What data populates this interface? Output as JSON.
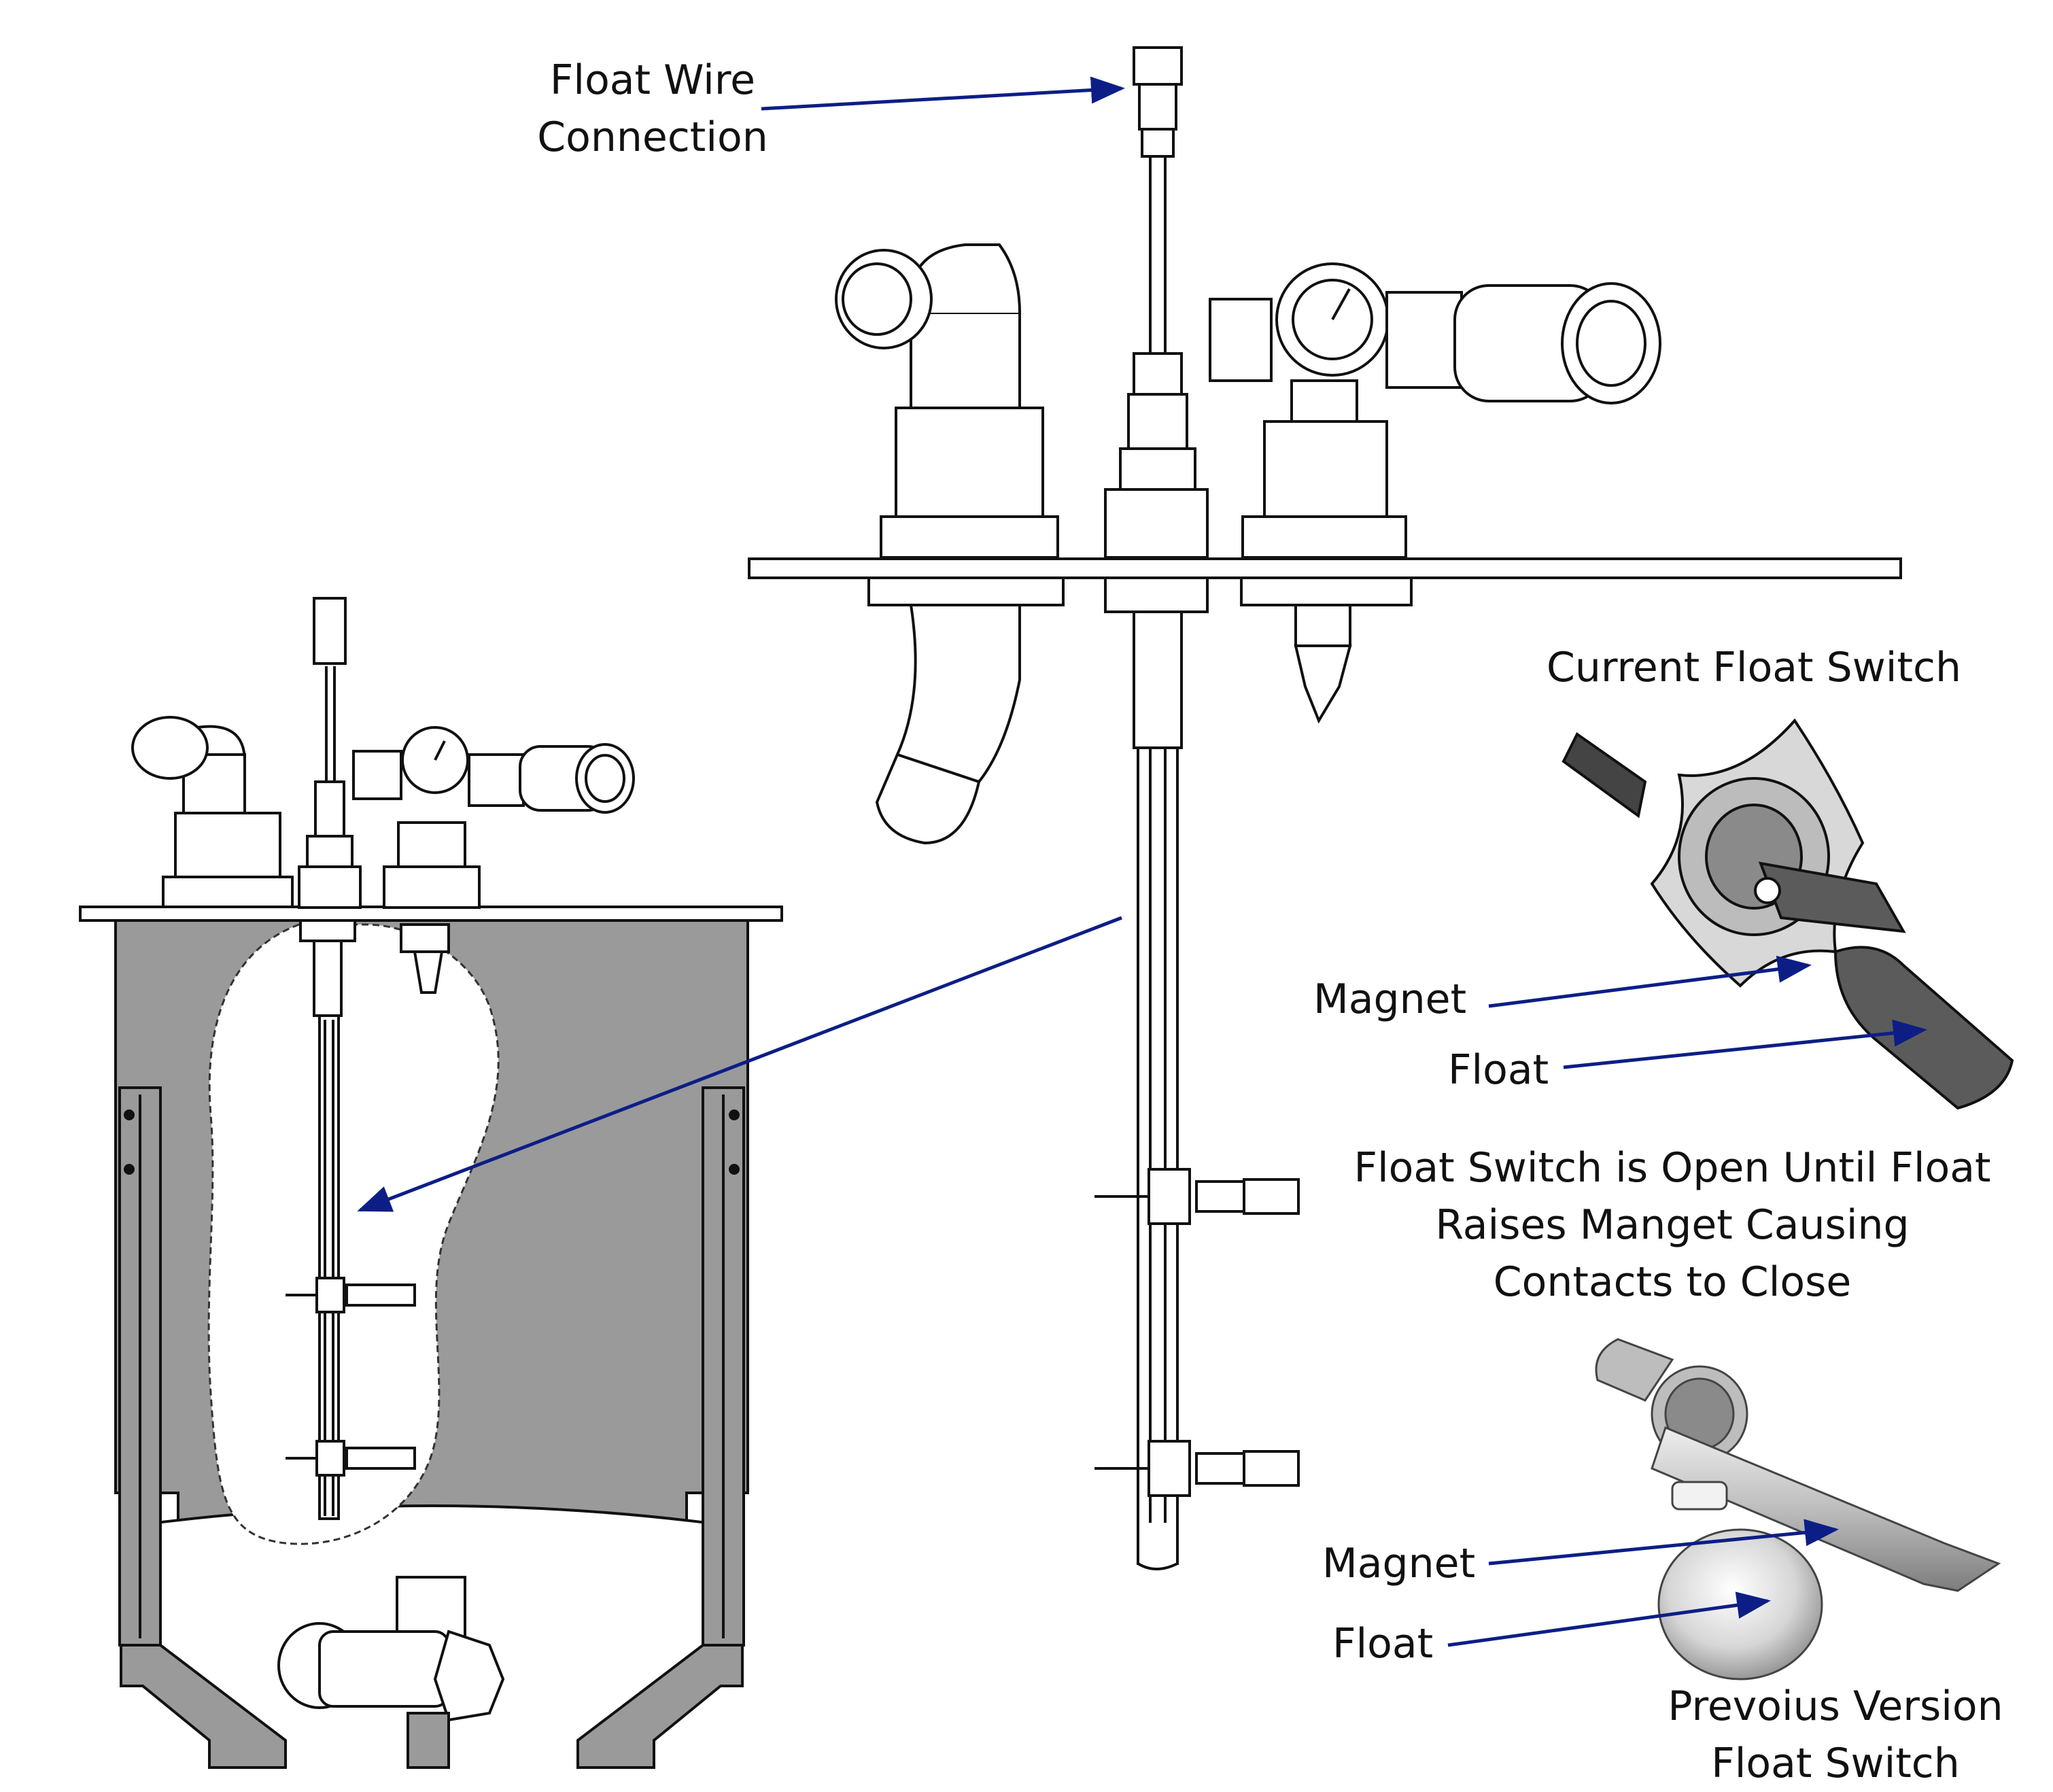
{
  "labels": {
    "float_wire_line1": "Float Wire",
    "float_wire_line2": "Connection",
    "current_switch_title": "Current Float Switch",
    "current_magnet": "Magnet",
    "current_float": "Float",
    "explanation_line1": "Float Switch is Open Until Float",
    "explanation_line2": "Raises Manget Causing",
    "explanation_line3": "Contacts to Close",
    "previous_magnet": "Magnet",
    "previous_float": "Float",
    "previous_title_line1": "Prevoius Version",
    "previous_title_line2": "Float Switch"
  },
  "colors": {
    "arrow": "#0c1e86",
    "line": "#111111",
    "tank_fill": "#9a9a9a",
    "float_dark": "#5b5b5b",
    "float_light": "#d8d8d8"
  }
}
